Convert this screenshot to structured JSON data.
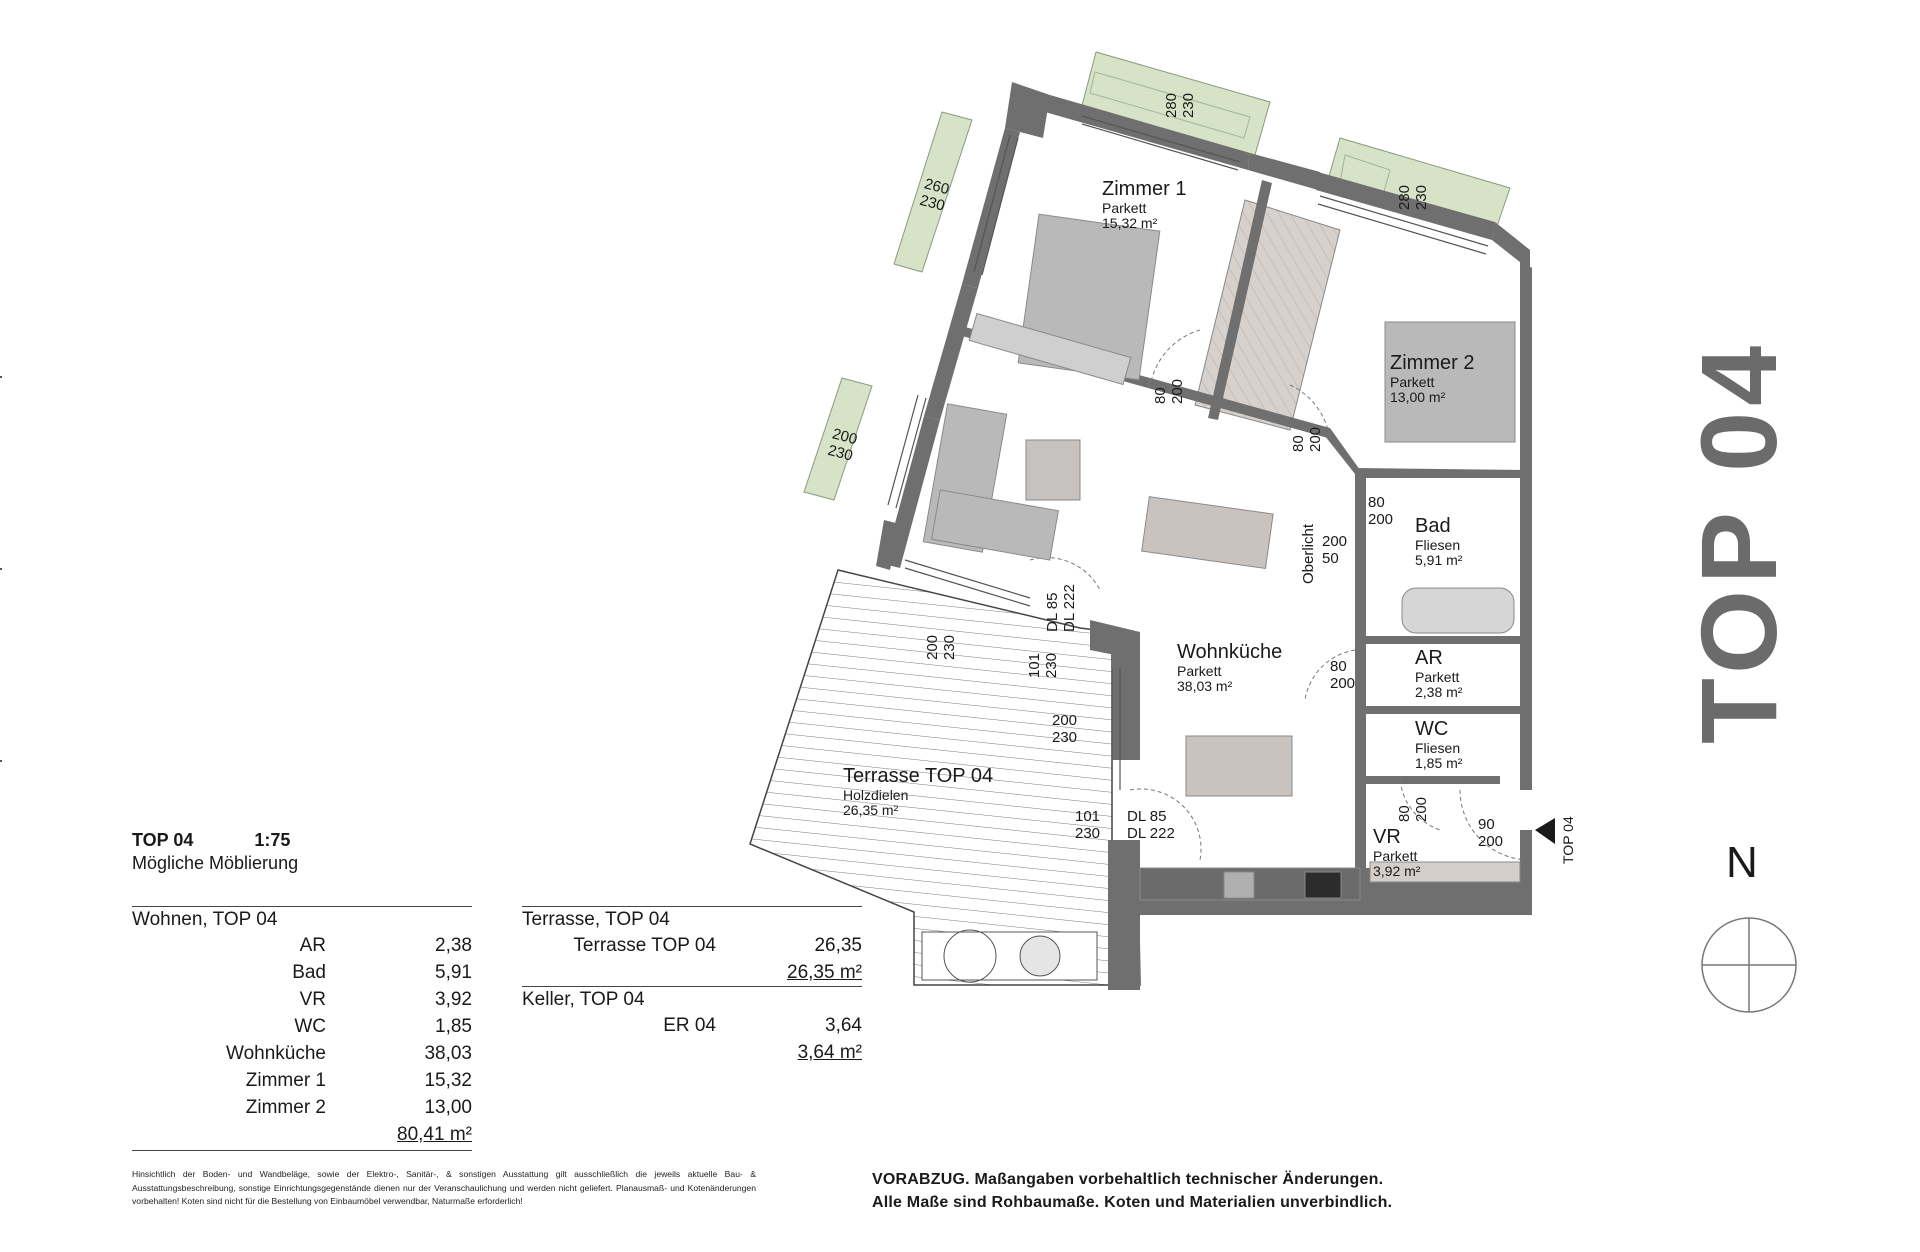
{
  "unit": "TOP 04",
  "header": {
    "unit": "TOP 04",
    "scale": "1:75",
    "subtitle": "Mögliche Möblierung"
  },
  "tables": {
    "wohnen": {
      "title": "Wohnen, TOP 04",
      "rows": [
        {
          "name": "AR",
          "value": "2,38"
        },
        {
          "name": "Bad",
          "value": "5,91"
        },
        {
          "name": "VR",
          "value": "3,92"
        },
        {
          "name": "WC",
          "value": "1,85"
        },
        {
          "name": "Wohnküche",
          "value": "38,03"
        },
        {
          "name": "Zimmer 1",
          "value": "15,32"
        },
        {
          "name": "Zimmer 2",
          "value": "13,00"
        }
      ],
      "total": "80,41 m²"
    },
    "terrasse": {
      "title": "Terrasse, TOP 04",
      "rows": [
        {
          "name": "Terrasse TOP 04",
          "value": "26,35"
        }
      ],
      "total": "26,35 m²"
    },
    "keller": {
      "title": "Keller, TOP 04",
      "rows": [
        {
          "name": "ER 04",
          "value": "3,64"
        }
      ],
      "total": "3,64 m²"
    }
  },
  "disclaimer": "Hinsichtlich der Boden- und Wandbeläge, sowie der Elektro-, Sanitär-, & sonstigen Ausstattung gilt ausschließlich die jeweils aktuelle Bau- & Ausstattungsbeschreibung, sonstige Einrichtungsgegenstände dienen nur der Veranschaulichung und werden nicht geliefert. Planausmaß- und Kotenänderungen vorbehalten! Koten sind nicht für die Bestellung von Einbaumöbel verwendbar, Naturmaße erforderlich!",
  "notice": {
    "line1": "VORABZUG. Maßangaben vorbehaltlich technischer Änderungen.",
    "line2": "Alle Maße sind Rohbaumaße. Koten und Materialien unverbindlich."
  },
  "title_vertical": "TOP 04",
  "north_label": "N",
  "rooms": {
    "zimmer1": {
      "name": "Zimmer 1",
      "floor": "Parkett",
      "area": "15,32 m²"
    },
    "zimmer2": {
      "name": "Zimmer 2",
      "floor": "Parkett",
      "area": "13,00 m²"
    },
    "bad": {
      "name": "Bad",
      "floor": "Fliesen",
      "area": "5,91 m²"
    },
    "ar": {
      "name": "AR",
      "floor": "Parkett",
      "area": "2,38 m²"
    },
    "wc": {
      "name": "WC",
      "floor": "Fliesen",
      "area": "1,85 m²"
    },
    "wohnkueche": {
      "name": "Wohnküche",
      "floor": "Parkett",
      "area": "38,03 m²"
    },
    "vr": {
      "name": "VR",
      "floor": "Parkett",
      "area": "3,92 m²"
    },
    "terrasse": {
      "name": "Terrasse TOP 04",
      "floor": "Holzdielen",
      "area": "26,35 m²"
    }
  },
  "dimensions": {
    "d280_230_a": [
      "280",
      "230"
    ],
    "d280_230_b": [
      "280",
      "230"
    ],
    "d260_230": [
      "260",
      "230"
    ],
    "d200_230_left": [
      "200",
      "230"
    ],
    "d200_230_terr": [
      "200",
      "230"
    ],
    "d101_230_a": [
      "101",
      "230"
    ],
    "dl85_222_a": [
      "DL 85",
      "DL 222"
    ],
    "d200_230_mid": [
      "200",
      "230"
    ],
    "d101_230_b": [
      "101",
      "230"
    ],
    "dl85_222_b": [
      "DL 85",
      "DL 222"
    ],
    "door80_200_z1": [
      "80",
      "200"
    ],
    "door80_200_z2": [
      "80",
      "200"
    ],
    "door80_200_bad": [
      "80",
      "200"
    ],
    "oberlicht": {
      "label": "Oberlicht",
      "values": [
        "200",
        "50"
      ]
    },
    "door80_200_ar": [
      "80",
      "200"
    ],
    "door80_200_wc": [
      "80",
      "200"
    ],
    "door90_200": [
      "90",
      "200"
    ],
    "entrance_label": "TOP 04"
  },
  "colors": {
    "wall": "#6f6f6f",
    "furniture": "#b9b9b9",
    "greenery": "#d6e3c6",
    "floor_wood": "#d2ccc8",
    "title": "#6b6b6b"
  }
}
